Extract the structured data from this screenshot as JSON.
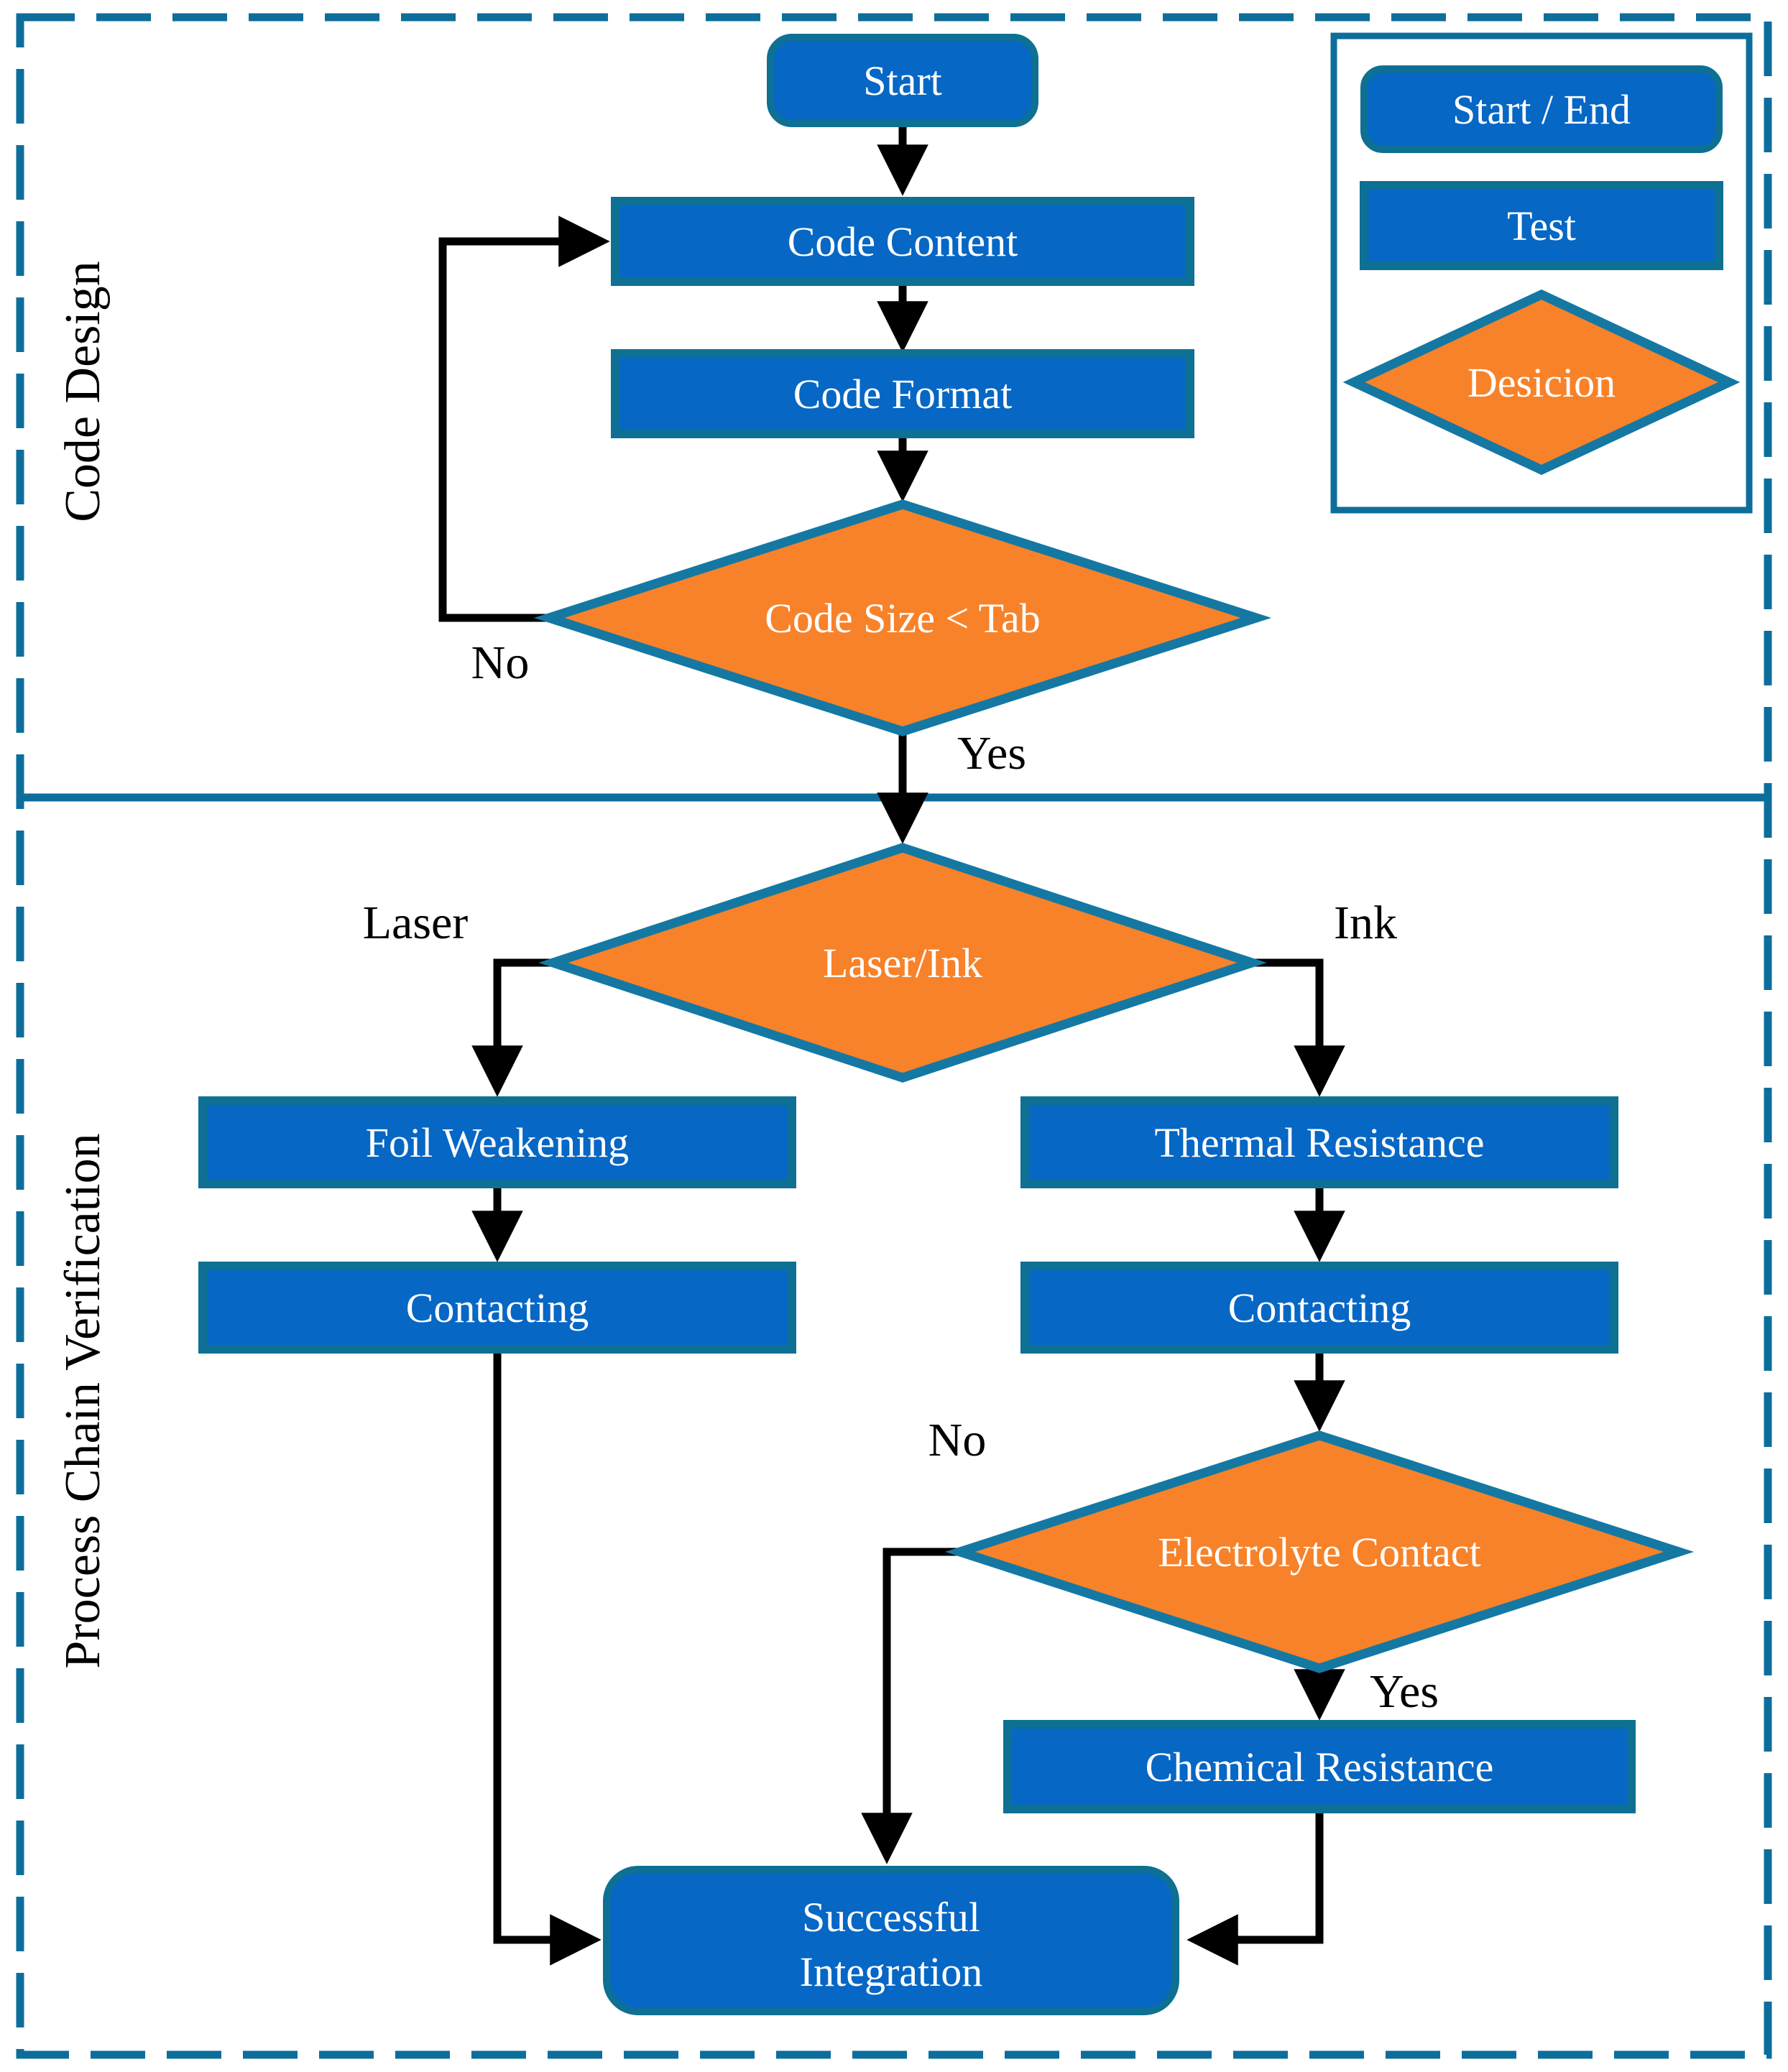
{
  "sections": {
    "top": {
      "label": "Code Design"
    },
    "bottom": {
      "label": "Process Chain Verification"
    }
  },
  "nodes": {
    "start": {
      "label": "Start",
      "type": "start-end"
    },
    "code_content": {
      "label": "Code Content",
      "type": "test"
    },
    "code_format": {
      "label": "Code Format",
      "type": "test"
    },
    "code_size_decision": {
      "label": "Code Size < Tab",
      "type": "decision"
    },
    "laser_ink_decision": {
      "label": "Laser/Ink",
      "type": "decision"
    },
    "foil_weakening": {
      "label": "Foil Weakening",
      "type": "test"
    },
    "contacting_left": {
      "label": "Contacting",
      "type": "test"
    },
    "thermal_resistance": {
      "label": "Thermal Resistance",
      "type": "test"
    },
    "contacting_right": {
      "label": "Contacting",
      "type": "test"
    },
    "electrolyte_decision": {
      "label": "Electrolyte Contact",
      "type": "decision"
    },
    "chemical_resistance": {
      "label": "Chemical Resistance",
      "type": "test"
    },
    "successful_integration": {
      "label_line1": "Successful",
      "label_line2": "Integration",
      "type": "start-end"
    }
  },
  "edge_labels": {
    "no1": "No",
    "yes1": "Yes",
    "laser": "Laser",
    "ink": "Ink",
    "no2": "No",
    "yes2": "Yes"
  },
  "legend": {
    "start_end": "Start / End",
    "test": "Test",
    "decision": "Desicion"
  },
  "colors": {
    "blue-fill": "#0667C5",
    "box-border": "#0E7093",
    "diamond-border": "#1478A3",
    "frame-color": "#0D6E9B",
    "orange-fill": "#F7822A",
    "line-color": "#000000",
    "label-white": "#FFFFFF",
    "label-black": "#000000"
  }
}
